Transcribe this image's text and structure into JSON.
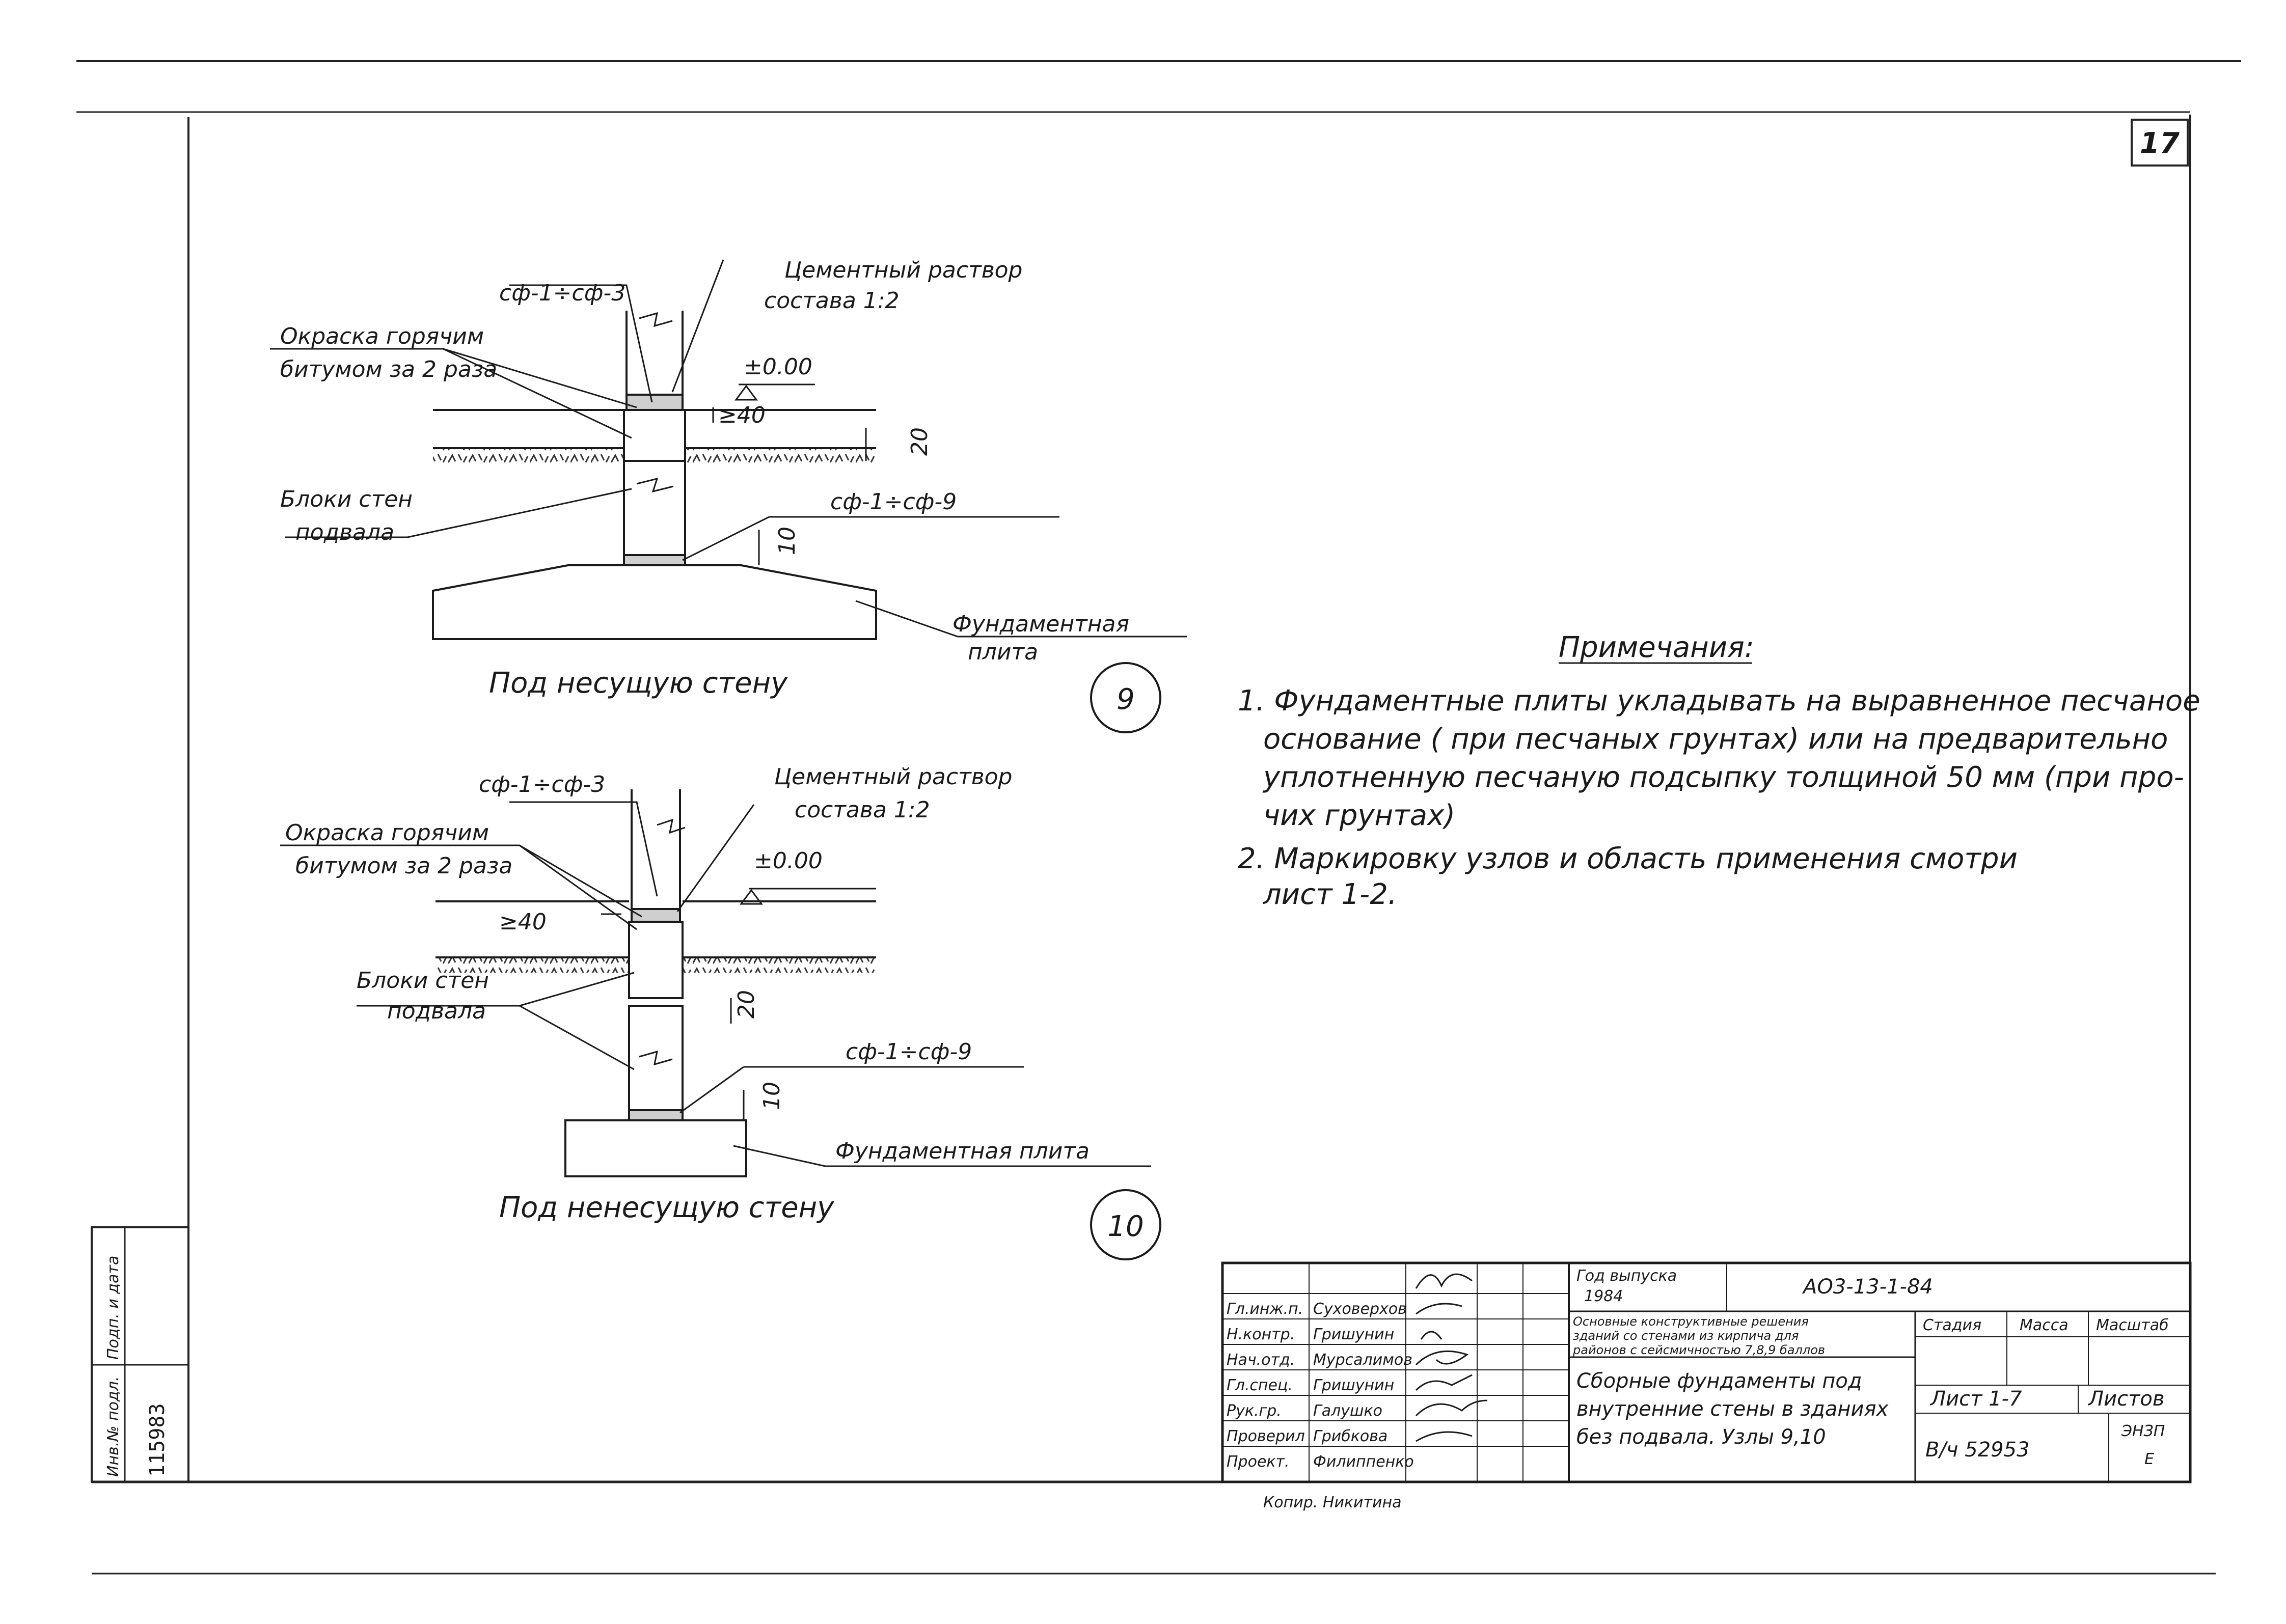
{
  "sheet": {
    "page_number": "17"
  },
  "node9": {
    "number": "9",
    "title": "Под несущую стену",
    "label_sf_top": "сф-1÷сф-3",
    "label_mortar_1": "Цементный раствор",
    "label_mortar_2": "состава 1:2",
    "label_paint_1": "Окраска горячим",
    "label_paint_2": "битумом за 2 раза",
    "label_level": "±0.00",
    "label_40": "≥40",
    "label_20": "20",
    "label_10": "10",
    "label_blocks_1": "Блоки стен",
    "label_blocks_2": "подвала",
    "label_sf_bottom": "сф-1÷сф-9",
    "label_slab_1": "Фундаментная",
    "label_slab_2": "плита"
  },
  "node10": {
    "number": "10",
    "title": "Под ненесущую стену",
    "label_sf_top": "сф-1÷сф-3",
    "label_mortar_1": "Цементный раствор",
    "label_mortar_2": "состава 1:2",
    "label_paint_1": "Окраска горячим",
    "label_paint_2": "битумом за 2 раза",
    "label_level": "±0.00",
    "label_40": "≥40",
    "label_20": "20",
    "label_10": "10",
    "label_blocks_1": "Блоки стен",
    "label_blocks_2": "подвала",
    "label_sf_bottom": "сф-1÷сф-9",
    "label_slab": "Фундаментная плита"
  },
  "notes": {
    "heading": "Примечания:",
    "lines": [
      "1. Фундаментные плиты укладывать на выравненное песчаное",
      "основание ( при песчаных грунтах) или на предварительно",
      "уплотненную песчаную подсыпку толщиной 50 мм (при про-",
      "чих грунтах)",
      "2. Маркировку узлов и область применения смотри",
      "лист 1-2."
    ]
  },
  "stamp": {
    "roles": [
      "Гл.инж.п.",
      "Н.контр.",
      "Нач.отд.",
      "Гл.спец.",
      "Рук.гр.",
      "Проверил",
      "Проект."
    ],
    "names": [
      "Суховерхов",
      "Гришунин",
      "Мурсалимов",
      "Гришунин",
      "Галушко",
      "Грибкова",
      "Филиппенко"
    ],
    "year_label": "Год выпуска",
    "year": "1984",
    "code": "АО3-13-1-84",
    "series_1": "Основные конструктивные решения",
    "series_2": "зданий со стенами из кирпича для",
    "series_3": "районов с сейсмичностью 7,8,9 баллов",
    "title_1": "Сборные фундаменты под",
    "title_2": "внутренние стены в зданиях",
    "title_3": "без подвала. Узлы 9,10",
    "col_stage": "Стадия",
    "col_mass": "Масса",
    "col_scale": "Масштаб",
    "sheet_label": "Лист 1-7",
    "sheets_label": "Листов",
    "inv_code": "В/ч 52953",
    "org": "ЭНЗП",
    "org_letter": "Е",
    "copied": "Копир. Никитина"
  },
  "side": {
    "inv_label": "Инв.№ подл.",
    "sig_label": "Подп. и дата",
    "inv_number": "115983"
  }
}
